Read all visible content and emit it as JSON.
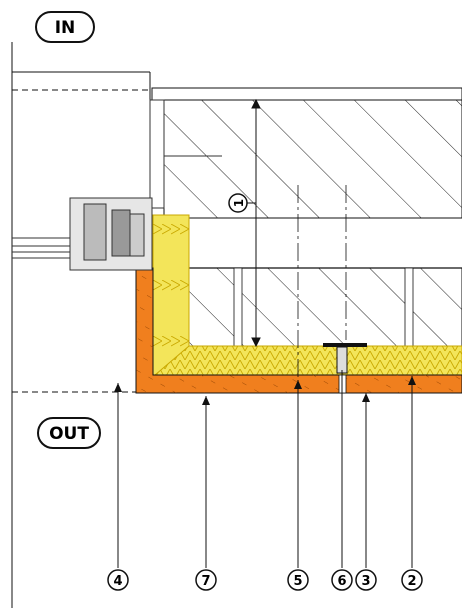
{
  "side_labels": {
    "inside": "IN",
    "outside": "OUT"
  },
  "vertical_callout": "1",
  "bottom_callouts": [
    "4",
    "7",
    "5",
    "6",
    "3",
    "2"
  ],
  "colors": {
    "insulation": "#f3e55a",
    "insulation_stroke": "#c9a800",
    "cladding": "#f07f1e",
    "line": "#111111",
    "window_frame": "#7a7a7a"
  },
  "icons": [
    "circle-badge",
    "arrow-head",
    "concrete-hatch"
  ]
}
